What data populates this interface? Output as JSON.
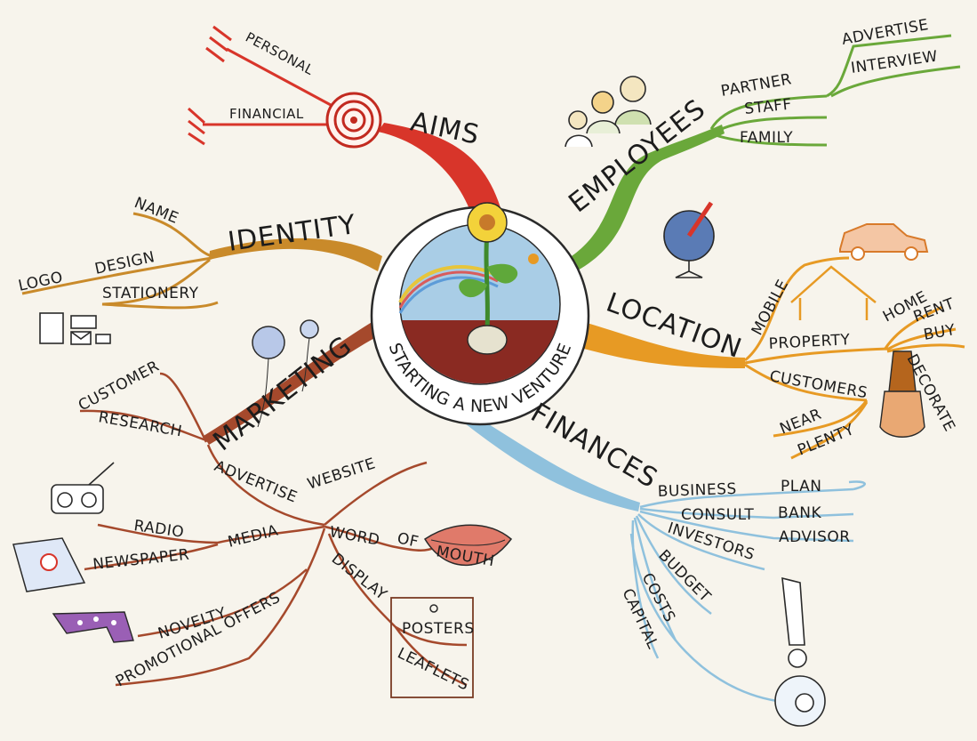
{
  "center": {
    "title": "STARTING A NEW VENTURE"
  },
  "colors": {
    "aims": "#d8352a",
    "employees": "#6aa83a",
    "identity": "#c98a2a",
    "location": "#e79a24",
    "marketing": "#a5492c",
    "finances": "#8fc1dd",
    "background": "#f7f4ec"
  },
  "icons": [
    "target-icon",
    "arrow-icon",
    "people-icon",
    "globe-icon",
    "car-icon",
    "house-icon",
    "paintbrush-icon",
    "stationery-icon",
    "balloon-icon",
    "radio-icon",
    "newspaper-icon",
    "shoe-icon",
    "mouth-icon",
    "poster-icon",
    "hand-icon",
    "piggy-bank-icon",
    "flower-icon"
  ],
  "branches": {
    "aims": {
      "label": "AIMS",
      "children": {
        "personal": "PERSONAL",
        "financial": "FINANCIAL"
      }
    },
    "employees": {
      "label": "EMPLOYEES",
      "children": {
        "partner": "PARTNER",
        "staff": "STAFF",
        "family": "FAMILY",
        "advertise": "ADVERTISE",
        "interview": "INTERVIEW"
      }
    },
    "identity": {
      "label": "IDENTITY",
      "children": {
        "name": "NAME",
        "logo": "LOGO",
        "design": "DESIGN",
        "stationery": "STATIONERY"
      }
    },
    "location": {
      "label": "LOCATION",
      "children": {
        "mobile": "MOBILE",
        "property": "PROPERTY",
        "customers": "CUSTOMERS",
        "home": "HOME",
        "rent": "RENT",
        "buy": "BUY",
        "decorate": "DECORATE",
        "near": "NEAR",
        "plenty": "PLENTY"
      }
    },
    "marketing": {
      "label": "MARKETING",
      "children": {
        "customer": "CUSTOMER",
        "research": "RESEARCH",
        "advertise": "ADVERTISE",
        "website": "WEBSITE",
        "radio": "RADIO",
        "media": "MEDIA",
        "newspaper": "NEWSPAPER",
        "word": "WORD",
        "of": "OF",
        "mouth": "MOUTH",
        "display": "DISPLAY",
        "novelty": "NOVELTY",
        "promotional_offers": "PROMOTIONAL OFFERS",
        "posters": "POSTERS",
        "leaflets": "LEAFLETS"
      }
    },
    "finances": {
      "label": "FINANCES",
      "children": {
        "business": "BUSINESS",
        "plan": "PLAN",
        "consult": "CONSULT",
        "bank": "BANK",
        "advisor": "ADVISOR",
        "investors": "INVESTORS",
        "budget": "BUDGET",
        "costs": "COSTS",
        "capital": "CAPITAL"
      }
    }
  }
}
